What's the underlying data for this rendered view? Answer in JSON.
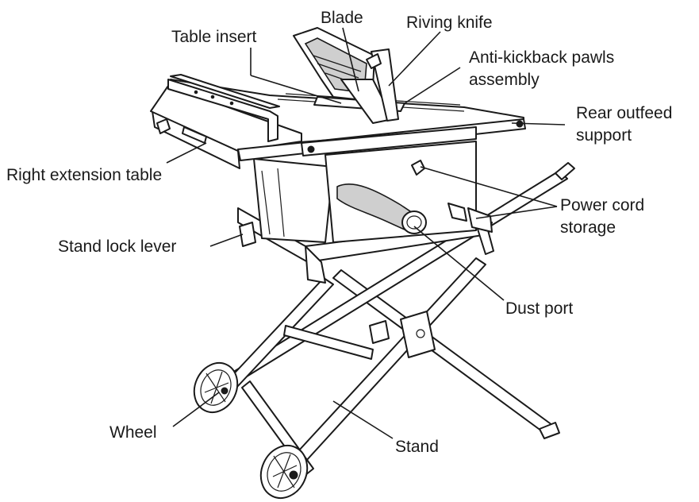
{
  "labels": {
    "blade": "Blade",
    "riving_knife": "Riving knife",
    "table_insert": "Table insert",
    "anti_kickback_1": "Anti-kickback pawls",
    "anti_kickback_2": "assembly",
    "rear_outfeed_1": "Rear outfeed",
    "rear_outfeed_2": "support",
    "right_extension": "Right extension table",
    "power_cord_1": "Power cord",
    "power_cord_2": "storage",
    "stand_lock": "Stand lock lever",
    "dust_port": "Dust port",
    "wheel": "Wheel",
    "stand": "Stand"
  }
}
